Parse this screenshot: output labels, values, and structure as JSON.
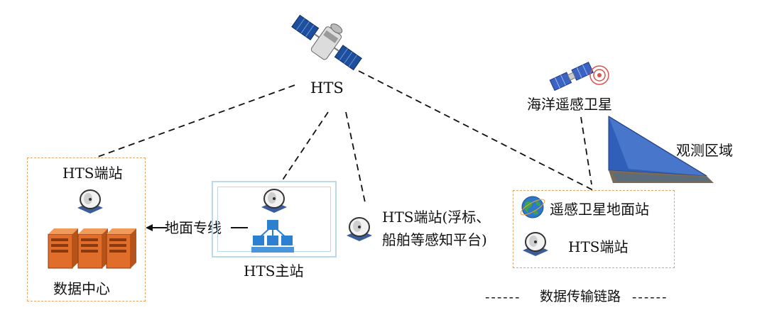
{
  "labels": {
    "hts": "HTS",
    "data_center_terminal": "HTS端站",
    "ground_line": "地面专线",
    "data_center": "数据中心",
    "main_station": "HTS主站",
    "buoy_terminal_line1": "HTS端站(浮标、",
    "buoy_terminal_line2": "船舶等感知平台)",
    "ocean_satellite": "海洋遥感卫星",
    "observation_area": "观测区域",
    "rs_ground_station": "遥感卫星地面站",
    "rs_terminal": "HTS端站"
  },
  "legend": {
    "dashes_left": "------",
    "text": "数据传输链路",
    "dashes_right": "------"
  },
  "colors": {
    "dashed_box": "#e8a36a",
    "hub_frame": "#bcd9ec",
    "satellite_panel": "#1d4f9e",
    "server": "#e06d2a",
    "server_blue": "#2d7fd0",
    "observation_blue": "#2f5fb8"
  },
  "icons": [
    "satellite-icon",
    "ocean-satellite-icon",
    "dish-icon",
    "server-icon",
    "network-icon",
    "globe-icon",
    "observation-area-icon"
  ]
}
